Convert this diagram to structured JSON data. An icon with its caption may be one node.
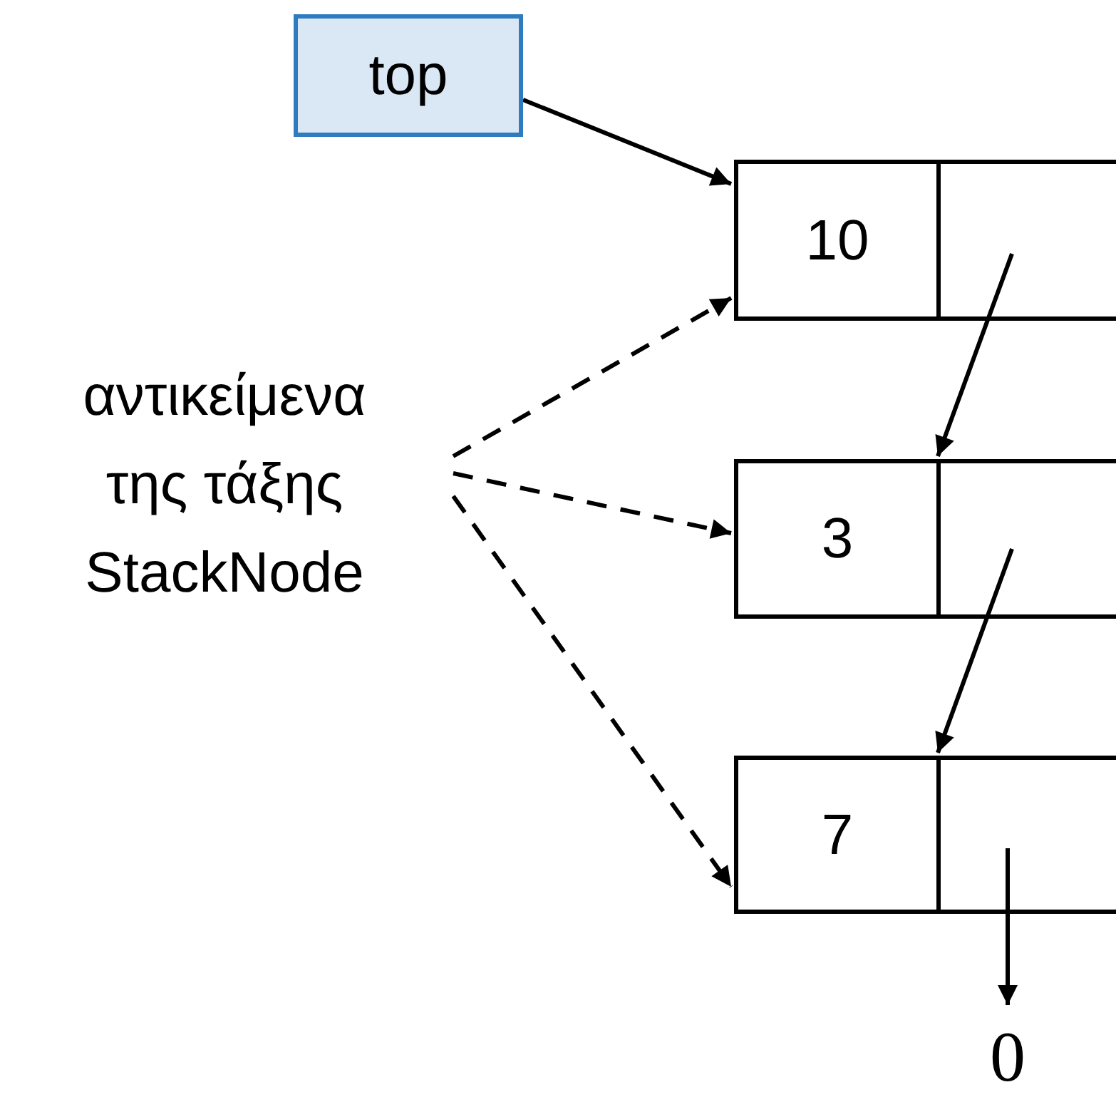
{
  "diagram": {
    "nodes": [
      {
        "text": [
          "top"
        ]
      },
      {
        "text": [
          "10"
        ]
      },
      {
        "text": [],
        "shape": "box"
      },
      {
        "text": [
          "3"
        ]
      },
      {
        "text": [],
        "shape": "box"
      },
      {
        "text": [
          "7"
        ]
      },
      {
        "text": [],
        "shape": "box"
      },
      {
        "text": [
          "0"
        ]
      },
      {
        "text": [
          "αντικείμενα της τάξης StackNode"
        ]
      }
    ],
    "edges": [
      {
        "from": 0,
        "to": 1,
        "arrow": "to"
      },
      {
        "from": 2,
        "to": 3,
        "arrow": "to"
      },
      {
        "from": 4,
        "to": 5,
        "arrow": "to"
      },
      {
        "from": 6,
        "to": 7,
        "arrow": "to"
      },
      {
        "from": 8,
        "to": 1,
        "arrow": "to",
        "style": "dashed"
      },
      {
        "from": 8,
        "to": 3,
        "arrow": "to",
        "style": "dashed"
      },
      {
        "from": 8,
        "to": 5,
        "arrow": "to",
        "style": "dashed"
      }
    ]
  }
}
